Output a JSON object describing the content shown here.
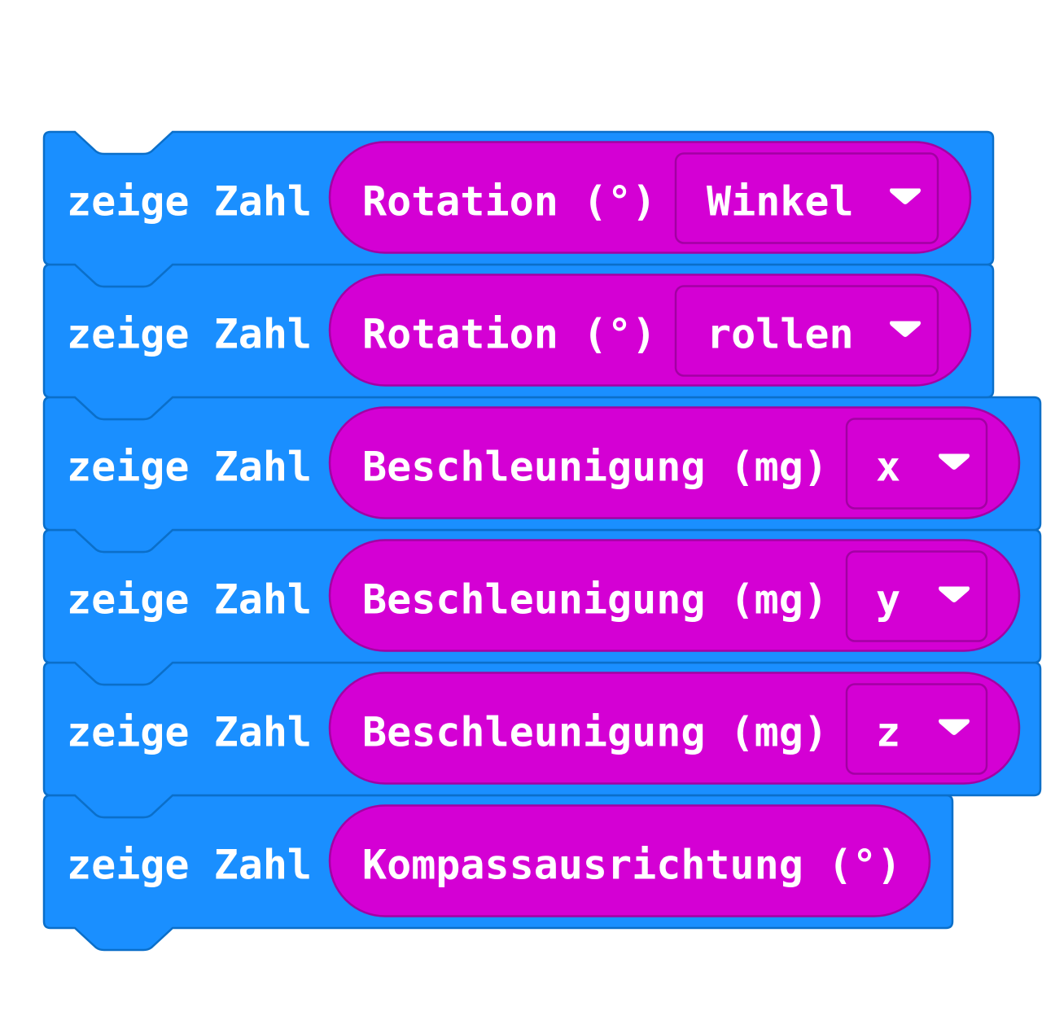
{
  "colors": {
    "block": "#1a8fff",
    "block_border": "#0b6fc9",
    "reporter": "#d400d4",
    "reporter_border": "#a300a3",
    "text": "#ffffff"
  },
  "blocks": [
    {
      "label": "zeige Zahl",
      "reporter": "Rotation (°)",
      "dropdown": "Winkel",
      "icon": "dropdown-caret-icon"
    },
    {
      "label": "zeige Zahl",
      "reporter": "Rotation (°)",
      "dropdown": "rollen",
      "icon": "dropdown-caret-icon"
    },
    {
      "label": "zeige Zahl",
      "reporter": "Beschleunigung (mg)",
      "dropdown": "x",
      "icon": "dropdown-caret-icon"
    },
    {
      "label": "zeige Zahl",
      "reporter": "Beschleunigung (mg)",
      "dropdown": "y",
      "icon": "dropdown-caret-icon"
    },
    {
      "label": "zeige Zahl",
      "reporter": "Beschleunigung (mg)",
      "dropdown": "z",
      "icon": "dropdown-caret-icon"
    },
    {
      "label": "zeige Zahl",
      "reporter": "Kompassausrichtung (°)",
      "dropdown": null
    }
  ]
}
